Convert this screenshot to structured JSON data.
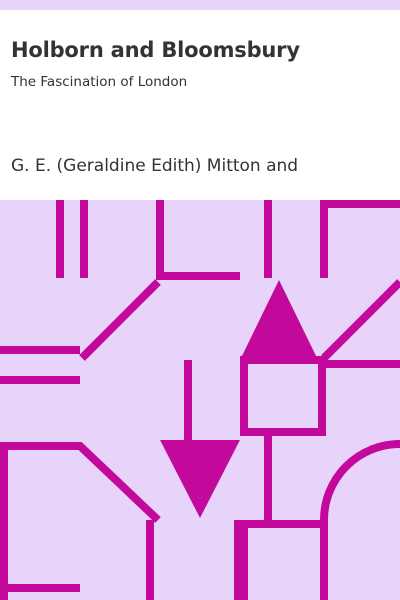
{
  "cover": {
    "title": "Holborn and Bloomsbury",
    "subtitle": "The Fascination of London",
    "author": "G. E. (Geraldine Edith) Mitton and",
    "colors": {
      "background": "#e8d4fb",
      "panel": "#ffffff",
      "text": "#333333",
      "pattern": "#c3099c"
    }
  }
}
